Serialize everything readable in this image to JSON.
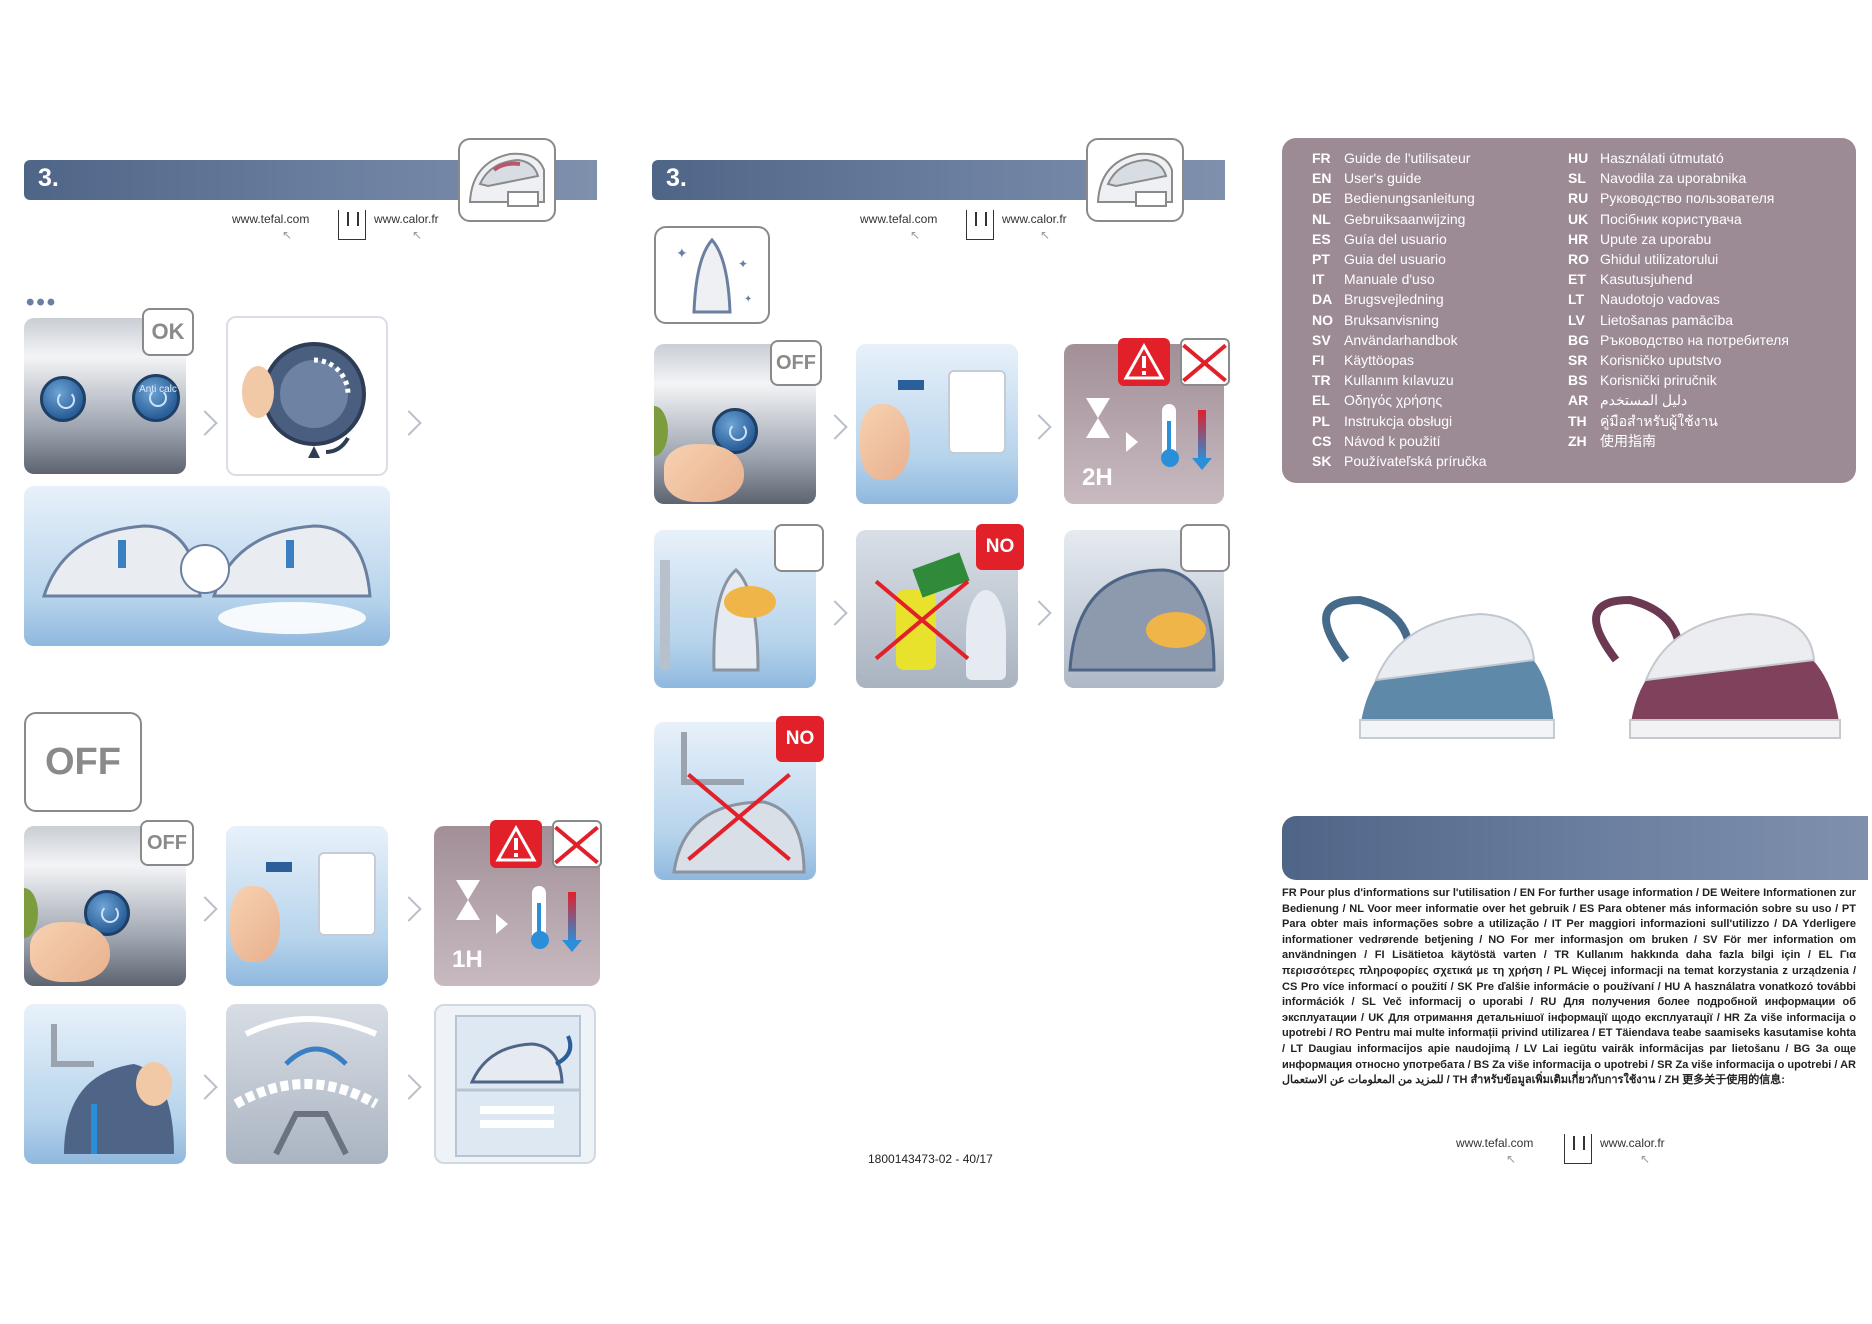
{
  "sections": {
    "left": {
      "step_label": "3.",
      "url_a": "www.tefal.com",
      "url_b": "www.calor.fr",
      "dots": "•••",
      "ok_label": "OK",
      "anticalc_label": "Anti calc",
      "off_big_label": "OFF",
      "off_label": "OFF",
      "time_label": "1H"
    },
    "middle": {
      "step_label": "3.",
      "url_a": "www.tefal.com",
      "url_b": "www.calor.fr",
      "off_label": "OFF",
      "time_label": "2H",
      "no_label_1": "NO",
      "no_label_2": "NO"
    }
  },
  "languages_left": [
    {
      "code": "FR",
      "name": "Guide de l'utilisateur"
    },
    {
      "code": "EN",
      "name": "User's guide"
    },
    {
      "code": "DE",
      "name": "Bedienungsanleitung"
    },
    {
      "code": "NL",
      "name": "Gebruiksaanwijzing"
    },
    {
      "code": "ES",
      "name": "Guía del usuario"
    },
    {
      "code": "PT",
      "name": "Guia del usuario"
    },
    {
      "code": "IT",
      "name": "Manuale d'uso"
    },
    {
      "code": "DA",
      "name": "Brugsvejledning"
    },
    {
      "code": "NO",
      "name": "Bruksanvisning"
    },
    {
      "code": "SV",
      "name": "Användarhandbok"
    },
    {
      "code": "FI",
      "name": "Käyttöopas"
    },
    {
      "code": "TR",
      "name": "Kullanım kılavuzu"
    },
    {
      "code": "EL",
      "name": "Οδηγός χρήσης"
    },
    {
      "code": "PL",
      "name": "Instrukcja obsługi"
    },
    {
      "code": "CS",
      "name": "Návod k použití"
    },
    {
      "code": "SK",
      "name": "Používateľská príručka"
    }
  ],
  "languages_right": [
    {
      "code": "HU",
      "name": "Használati útmutató"
    },
    {
      "code": "SL",
      "name": "Navodila za uporabnika"
    },
    {
      "code": "RU",
      "name": "Руководство пользователя"
    },
    {
      "code": "UK",
      "name": "Посібник користувача"
    },
    {
      "code": "HR",
      "name": "Upute za uporabu"
    },
    {
      "code": "RO",
      "name": "Ghidul utilizatorului"
    },
    {
      "code": "ET",
      "name": "Kasutusjuhend"
    },
    {
      "code": "LT",
      "name": "Naudotojo vadovas"
    },
    {
      "code": "LV",
      "name": "Lietošanas pamācība"
    },
    {
      "code": "BG",
      "name": "Ръководство на потребителя"
    },
    {
      "code": "SR",
      "name": "Korisničko uputstvo"
    },
    {
      "code": "BS",
      "name": "Korisnički priručnik"
    },
    {
      "code": "AR",
      "name": "دليل المستخدم"
    },
    {
      "code": "TH",
      "name": "คู่มือสำหรับผู้ใช้งาน"
    },
    {
      "code": "ZH",
      "name": "使用指南"
    }
  ],
  "more_info": "FR Pour plus d'informations sur l'utilisation / EN For further usage information / DE Weitere Informationen zur Bedienung / NL Voor meer informatie over het gebruik / ES Para obtener más información sobre su uso / PT Para obter mais informações sobre a utilização / IT Per maggiori informazioni sull'utilizzo / DA Yderligere informationer vedrørende betjening / NO For mer informasjon om bruken / SV För mer information om användningen / FI Lisätietoa käytöstä varten / TR Kullanım hakkında daha fazla bilgi için / EL Για περισσότερες πληροφορίες σχετικά με τη χρήση / PL Więcej informacji na temat korzystania z urządzenia / CS Pro více informací o použití / SK Pre ďalšie informácie o používaní / HU A használatra vonatkozó további információk / SL Več informacij o uporabi / RU Для получения более подробной информации об эксплуатации / UK Для отримання детальнішої інформації щодо експлуатації / HR Za više informacija o upotrebi / RO Pentru mai multe informații privind utilizarea / ET Täiendava teabe saamiseks kasutamise kohta / LT Daugiau informacijos apie naudojimą / LV Lai iegūtu vairāk informācijas par lietošanu / BG За още информация относно употребата / BS Za više informacija o upotrebi / SR Za više informacija o upotrebi / AR للمزيد من المعلومات عن الاستعمال / TH สำหรับข้อมูลเพิ่มเติมเกี่ยวกับการใช้งาน / ZH 更多关于使用的信息:",
  "footer": {
    "url_a": "www.tefal.com",
    "url_b": "www.calor.fr"
  },
  "doc_number": "1800143473-02 - 40/17",
  "colors": {
    "accent_blue": "#5d7394",
    "mauve": "#9c8a94",
    "warning_red": "#e2202a"
  },
  "icons": [
    "download-icon",
    "cursor-icon",
    "power-button-icon",
    "hourglass-icon",
    "thermometer-icon",
    "warning-icon",
    "no-unplug-icon",
    "iron-sparkle-icon",
    "sponge-icon"
  ]
}
